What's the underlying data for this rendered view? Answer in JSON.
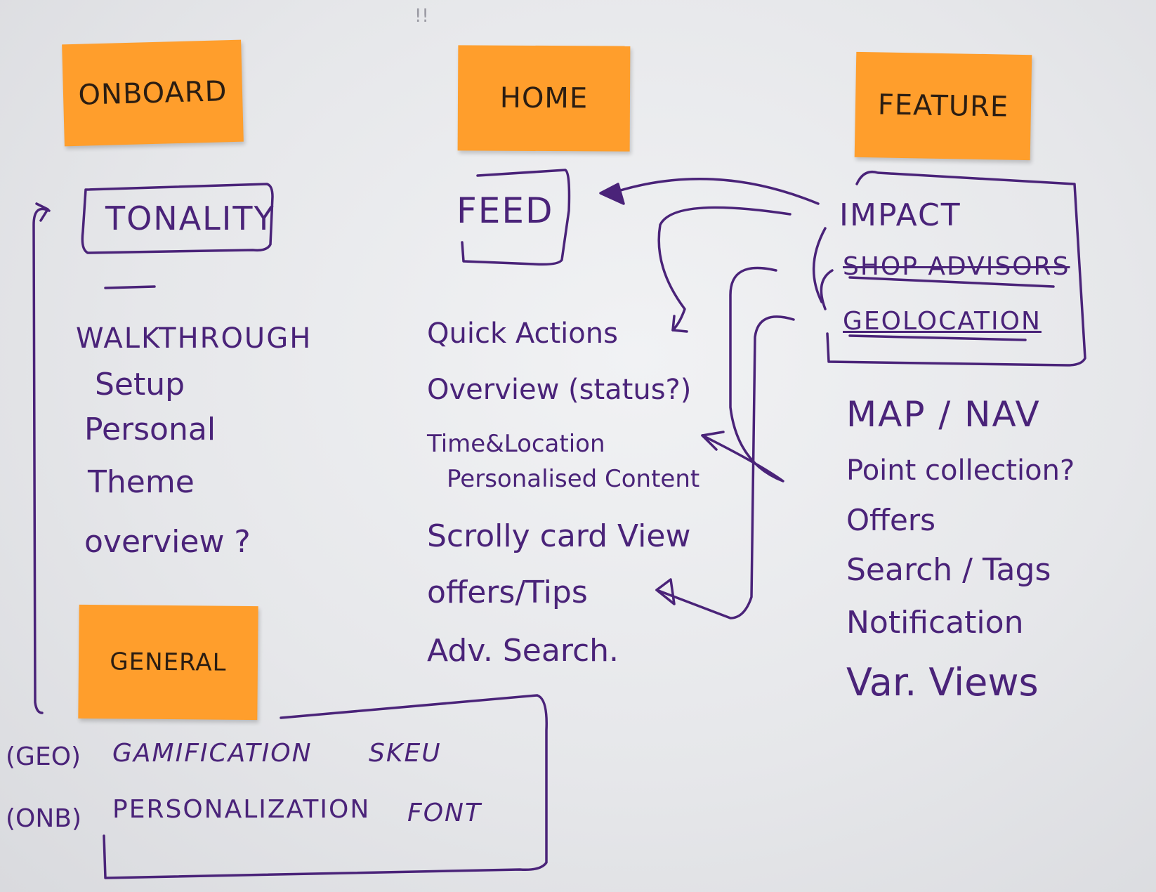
{
  "board": {
    "ink_color": "#4a2379",
    "sticky_color": "#ff9e2c"
  },
  "notes": {
    "onboard": "ONBOARD",
    "home": "HOME",
    "feature": "FEATURE",
    "general": "GENERAL"
  },
  "onboard": {
    "boxed": "TONALITY",
    "items": [
      "WALKTHROUGH",
      "Setup",
      "Personal",
      "Theme",
      "overview ?"
    ]
  },
  "home": {
    "boxed": "FEED",
    "items": [
      "Quick Actions",
      "Overview (status?)",
      "Time&Location",
      "Personalised Content",
      "Scrolly card View",
      "offers/Tips",
      "Adv. Search."
    ]
  },
  "feature": {
    "boxed": [
      "IMPACT",
      "SHOP ADVISORS",
      "GEOLOCATION"
    ],
    "items": [
      "MAP / NAV",
      "Point collection?",
      "Offers",
      "Search / Tags",
      "Notification",
      "Var. Views"
    ]
  },
  "general": {
    "side_labels": [
      "(GEO)",
      "(ONB)"
    ],
    "items": [
      "GAMIFICATION",
      "SKEU",
      "PERSONALIZATION",
      "FONT"
    ]
  },
  "top_scribble": "!!"
}
